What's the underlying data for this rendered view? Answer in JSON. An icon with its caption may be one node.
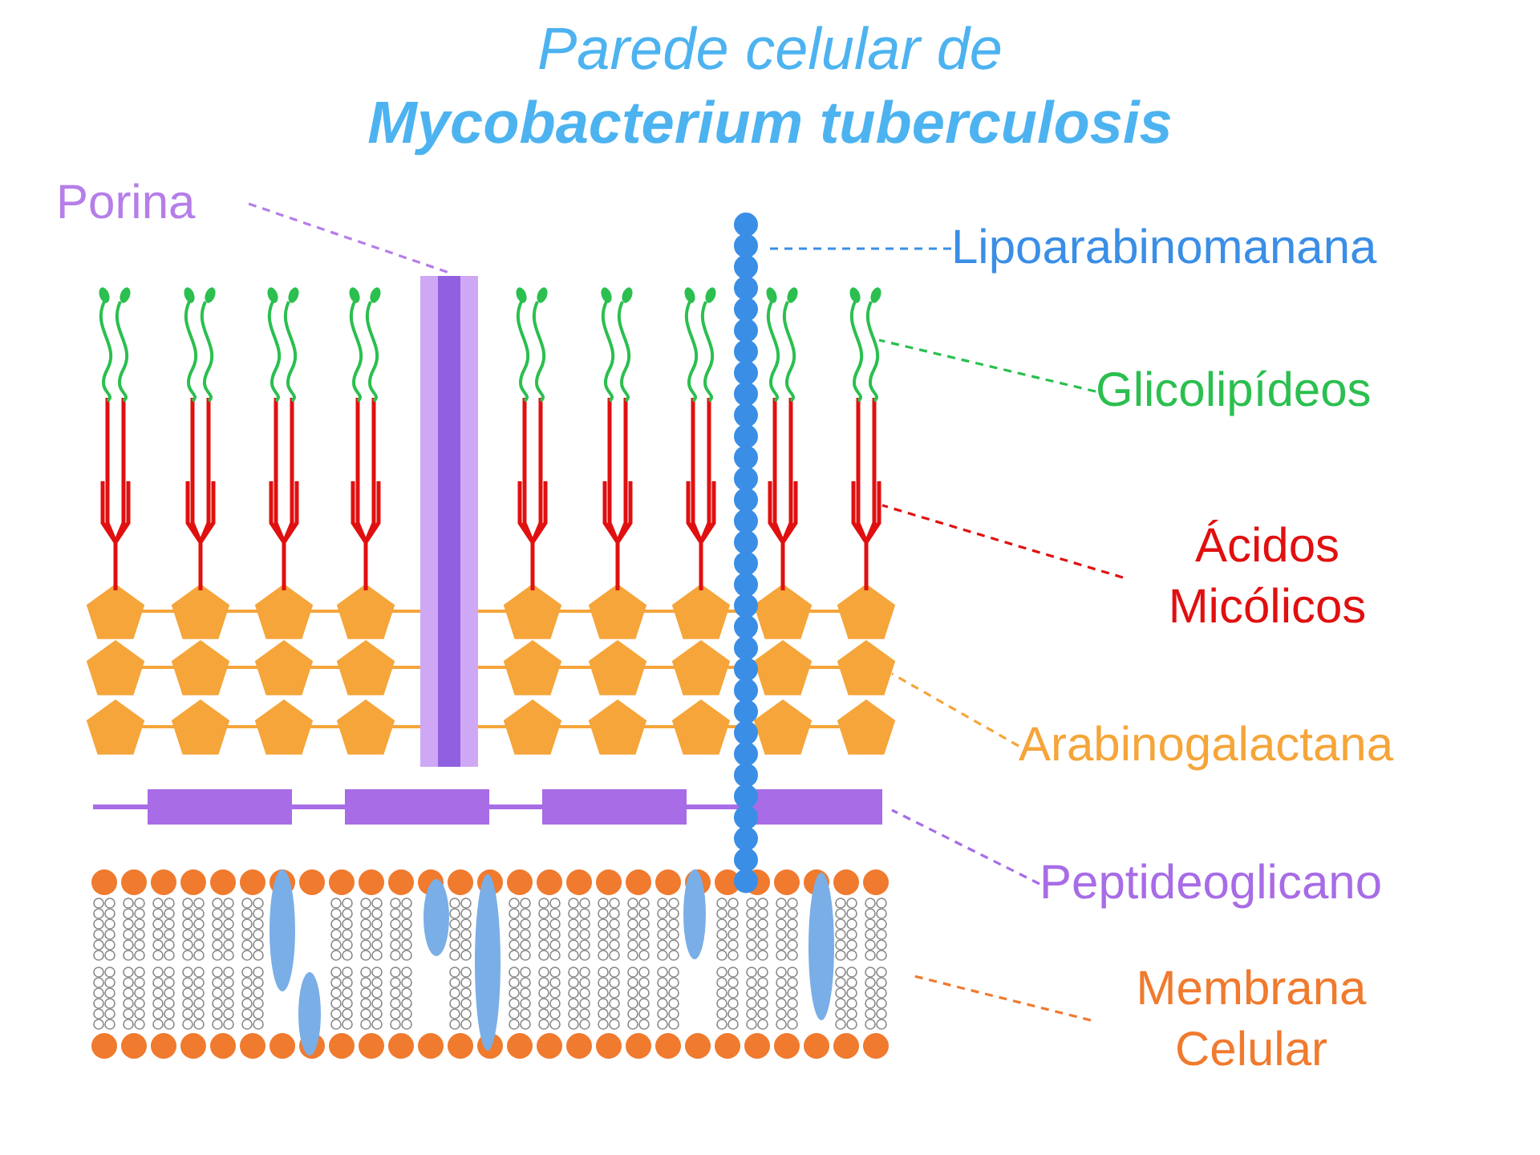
{
  "diagram": {
    "title": "Parede celular de **Mycobacterium tuberculosis**",
    "nodes": [
      {
        "text": [
          "Porina"
        ]
      },
      {
        "text": [],
        "shape": "picture"
      },
      {
        "text": [
          "Lipoarabinomanana"
        ]
      },
      {
        "text": [],
        "shape": "picture"
      },
      {
        "text": [
          "Glicolipídeos"
        ]
      },
      {
        "text": [],
        "shape": "picture"
      },
      {
        "text": [
          "Ácidos Micólicos"
        ]
      },
      {
        "text": [],
        "shape": "picture"
      },
      {
        "text": [
          "Arabinogalactana"
        ]
      },
      {
        "text": [],
        "shape": "picture"
      },
      {
        "text": [
          "Peptideoglicano"
        ]
      },
      {
        "text": [],
        "shape": "picture"
      },
      {
        "text": [
          "Membrana Celular"
        ]
      },
      {
        "text": [],
        "shape": "picture"
      }
    ],
    "edges": [
      {
        "from": 0,
        "to": 1,
        "arrow": "none",
        "style": "dashed",
        "color": "#b57ee8"
      },
      {
        "from": 2,
        "to": 3,
        "arrow": "none",
        "style": "dashed",
        "color": "#3a8ee6"
      },
      {
        "from": 4,
        "to": 5,
        "arrow": "none",
        "style": "dashed",
        "color": "#2bbf4f"
      },
      {
        "from": 6,
        "to": 7,
        "arrow": "none",
        "style": "dashed",
        "color": "#e01010"
      },
      {
        "from": 8,
        "to": 9,
        "arrow": "none",
        "style": "dashed",
        "color": "#f5a53a"
      },
      {
        "from": 10,
        "to": 11,
        "arrow": "none",
        "style": "dashed",
        "color": "#a86ce6"
      },
      {
        "from": 12,
        "to": 13,
        "arrow": "none",
        "style": "dashed",
        "color": "#f07a2e"
      }
    ]
  }
}
